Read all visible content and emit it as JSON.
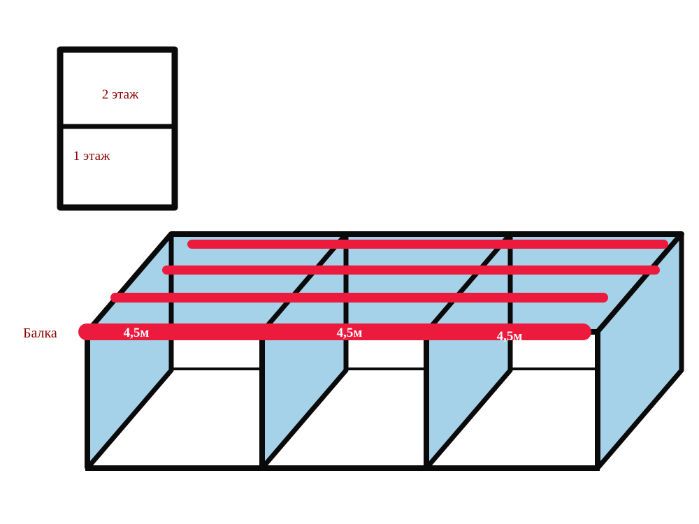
{
  "diagram": {
    "floor_plan": {
      "floor2_label": "2 этаж",
      "floor1_label": "1 этаж"
    },
    "beam_annotation": "Балка",
    "span_labels": [
      "4,5м",
      "4,5м",
      "4,5м"
    ]
  },
  "colors": {
    "beam_red": "#ec1b3e",
    "wall_blue": "#a5d2e9",
    "outline": "#0a0a0a",
    "annotation_red": "#8b0000",
    "span_text": "#ffffff",
    "background": "#ffffff"
  }
}
